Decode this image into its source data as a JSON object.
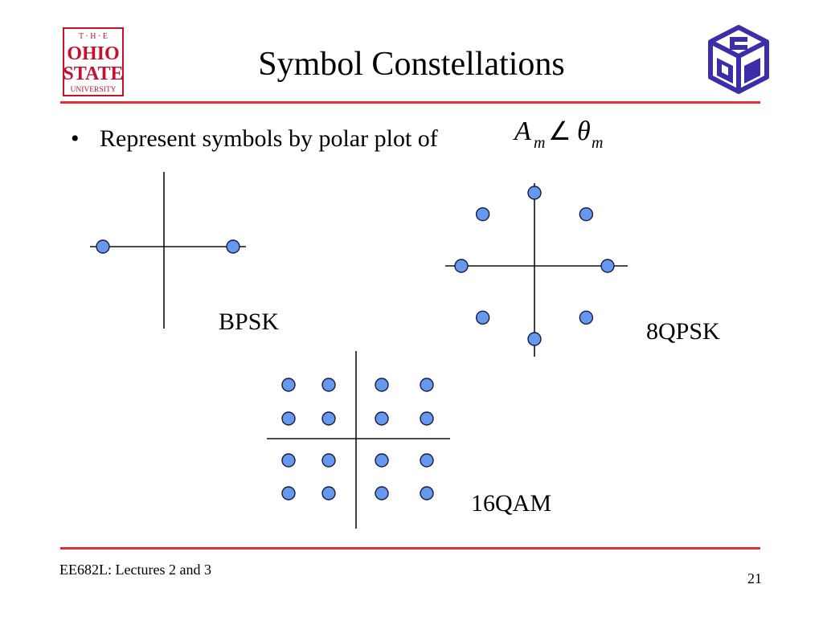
{
  "slide": {
    "title": "Symbol Constellations",
    "bullet_marker": "•",
    "bullet_text": "Represent symbols by polar plot of",
    "formula": {
      "base": "A",
      "sub1": "m",
      "angle": "∠",
      "theta": "θ",
      "sub2": "m"
    },
    "footer_course": "EE682L: Lectures 2 and 3",
    "page_number": "21"
  },
  "logos": {
    "osu": {
      "line1": "T · H · E",
      "line2": "OHIO",
      "line3": "STATE",
      "line4": "UNIVERSITY"
    }
  },
  "colors": {
    "accent_red": "#e0303a",
    "logo_red": "#c8102e",
    "logo_purple": "#3b2ea8",
    "point_fill": "#6699ee",
    "point_stroke": "#1a1a40",
    "axis": "#111111"
  },
  "constellations": {
    "bpsk": {
      "label": "BPSK"
    },
    "qpsk8": {
      "label": "8QPSK"
    },
    "qam16": {
      "label": "16QAM"
    }
  }
}
